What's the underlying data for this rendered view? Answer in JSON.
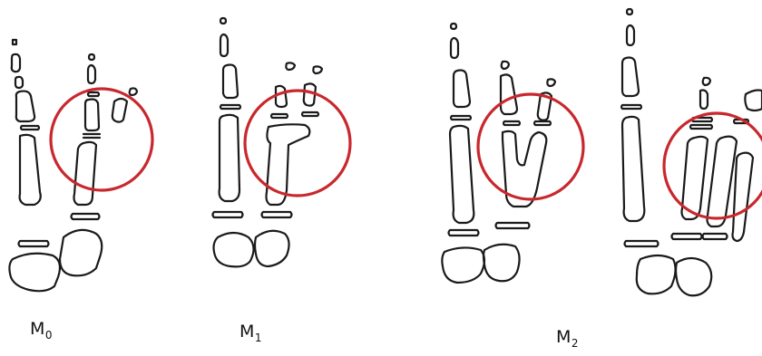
{
  "labels": {
    "m0": {
      "main": "M",
      "sub": "0"
    },
    "m1": {
      "main": "M",
      "sub": "1"
    },
    "m2": {
      "main": "M",
      "sub": "2"
    }
  },
  "colors": {
    "line": "#1a1a1a",
    "highlight": "#c8282d",
    "background": "#ffffff"
  }
}
